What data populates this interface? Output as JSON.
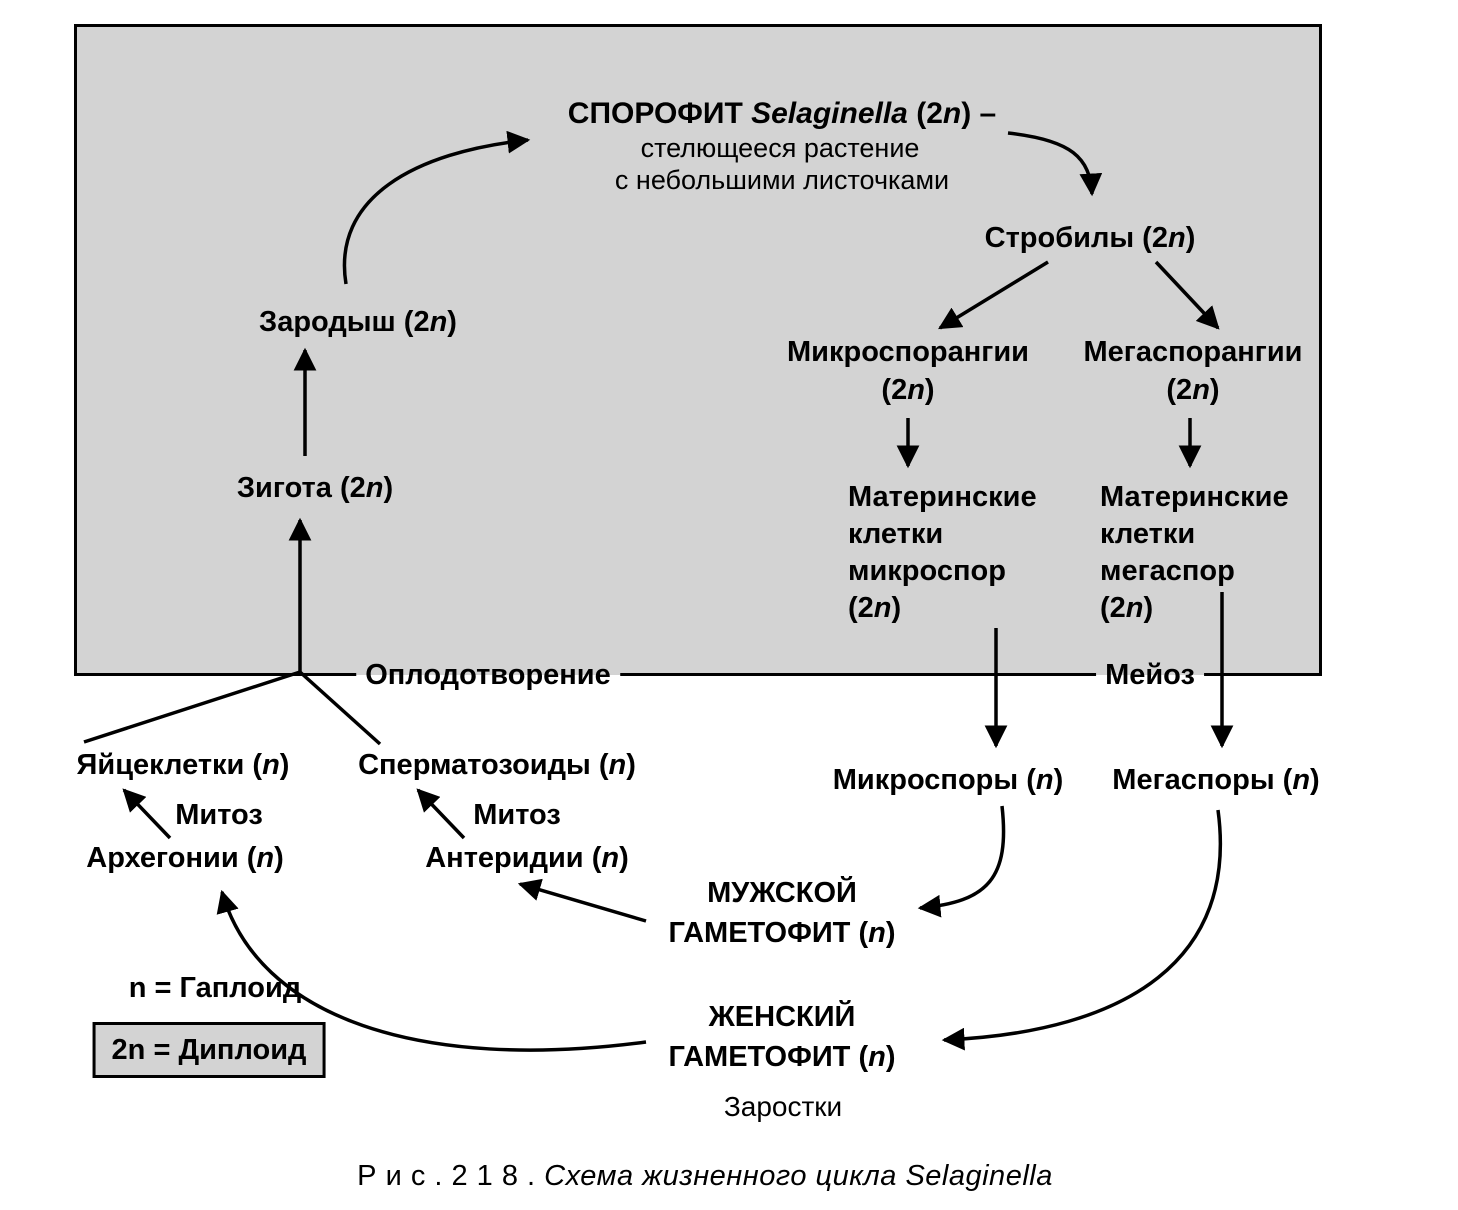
{
  "diagram": {
    "sporophyte": {
      "title": "СПОРОФИТ *Selaginella* (2*n*) –",
      "sub1": "стелющееся растение",
      "sub2": "с небольшими листочками"
    },
    "strobili": "Стробилы (2*n*)",
    "microsporangia": {
      "line1": "Микроспорангии",
      "line2": "(2*n*)"
    },
    "megasporangia": {
      "line1": "Мегаспорангии",
      "line2": "(2*n*)"
    },
    "micro_mother": {
      "line1": "Материнские",
      "line2": "клетки",
      "line3": "микроспор",
      "line4": "(2*n*)"
    },
    "mega_mother": {
      "line1": "Материнские",
      "line2": "клетки",
      "line3": "мегаспор",
      "line4": "(2*n*)"
    },
    "embryo": "Зародыш (2*n*)",
    "zygote": "Зигота (2*n*)",
    "fertilization": "Оплодотворение",
    "meiosis": "Мейоз",
    "microspores": "Микроспоры (*n*)",
    "megaspores": "Мегаспоры (*n*)",
    "egg_cells": "Яйцеклетки (*n*)",
    "mitosis_left": "Митоз",
    "archegonia": "Архегонии (*n*)",
    "sperm": "Сперматозоиды (*n*)",
    "mitosis_right": "Митоз",
    "antheridia": "Антеридии (*n*)",
    "male_gametophyte": {
      "line1": "МУЖСКОЙ",
      "line2": "ГАМЕТОФИТ (*n*)"
    },
    "female_gametophyte": {
      "line1": "ЖЕНСКИЙ",
      "line2": "ГАМЕТОФИТ (*n*)"
    },
    "prothallia": "Заростки",
    "legend": {
      "haploid": "n = Гаплоид",
      "diploid": "2n = Диплоид"
    },
    "caption": "Р и с .  2 1 8 .  *Схема жизненного цикла Selaginella*",
    "colors": {
      "diploid_box_fill": "#d3d3d3",
      "line": "#000000",
      "background": "#ffffff"
    }
  }
}
